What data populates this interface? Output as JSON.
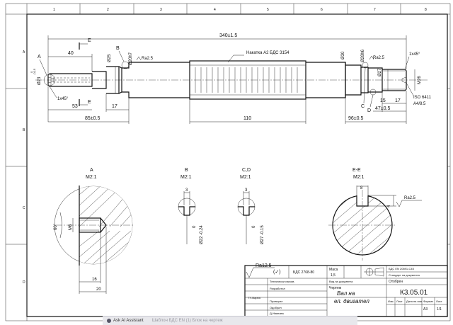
{
  "drawing": {
    "dims": {
      "overall": "340±1.5",
      "knurl_note": "Накатка А2 БДС 3154",
      "d_left_journal": "Ø23",
      "tol_left_top": "-0,15",
      "tol_left_bottom": "0",
      "len_40": "40",
      "chamfer_left": "1x45°",
      "d25": "Ø25",
      "d20h7": "Ø20h7",
      "ra_top_left": "Ra2.5",
      "len_53": "53",
      "len_17_left": "17",
      "len_85": "85±0.5",
      "len_110": "110",
      "d30": "Ø30",
      "d28h6": "Ø28h6",
      "ra_top_right": "Ra2.5",
      "d27": "Ø27",
      "chamfer_right": "1x45°",
      "m26": "M26",
      "iso_std": "ISO 6411",
      "iso_type": "A4/8.5",
      "len_15": "15",
      "len_17_right": "17",
      "len_47": "47±0.5",
      "len_96": "96±0.5"
    },
    "letters": {
      "A": "A",
      "B": "B",
      "C": "C",
      "D": "D",
      "E_top": "E",
      "E_bottom": "E"
    },
    "details": {
      "a_title": "A",
      "a_scale": "M2:1",
      "a_angle": "60°",
      "a_thread": "M6",
      "a_len16": "16",
      "a_len20": "20",
      "b_title": "B",
      "b_scale": "M2:1",
      "b_width": "3",
      "b_tol": "0",
      "b_dim": "Ø22 -0.24",
      "cd_title": "C,D",
      "cd_scale": "M2:1",
      "cd_width": "3",
      "cd_tol": "0",
      "cd_dim": "Ø27 -0.15",
      "ee_title": "E-E",
      "ee_scale": "M2:1",
      "ee_width": "8",
      "ee_depth": "4",
      "ee_ra": "Ra2.5"
    },
    "general_roughness": "Ra12.5",
    "title_block": {
      "material": "БДС 2768-80",
      "mass_label": "Маса",
      "mass_value": "1,5",
      "standard": "БДС ЕN 20691-С45",
      "ref_label": "Стандарт на документа",
      "ref_value": "Отобрен",
      "tech_label": "Технически изискв.",
      "doc_type_label": "Вид на документа",
      "doc_type_value": "Чертеж",
      "designed_label": "Разработил",
      "checked_label": "Проверил",
      "approved_label": "Одобрил",
      "approver_name": "Д.Иванова",
      "title_line1": "Вал на",
      "title_line2": "ел. двигател",
      "code": "К3.05.01",
      "sheet_label": "Лист",
      "sheet_value": "1/1",
      "org_label": "ТУ-Варна",
      "format_label": "А3",
      "cols": [
        "Изм.",
        "Лист",
        "Дата на изм",
        "Формат",
        "Лист"
      ]
    },
    "frame_markers": {
      "top": [
        "1",
        "2",
        "3",
        "4",
        "5",
        "6",
        "7",
        "8"
      ],
      "side": [
        "A",
        "B",
        "C",
        "D"
      ]
    }
  },
  "taskbar": {
    "item1": "Ask AI Assistant",
    "item2": "Шаблон БДС ЕN (1) Блок на чертеж"
  }
}
